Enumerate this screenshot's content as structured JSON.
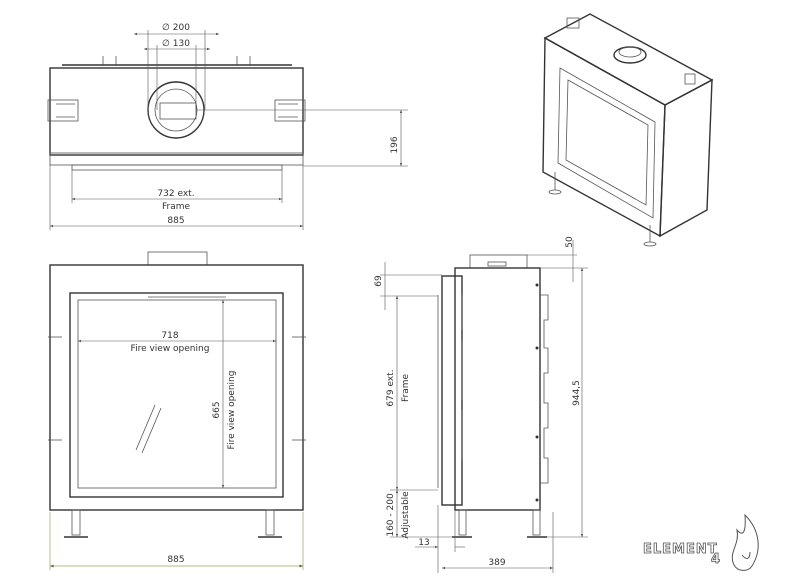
{
  "top_view": {
    "dia_outer": "∅ 200",
    "dia_inner": "∅ 130",
    "height_dim": "196",
    "frame_width": "732 ext.",
    "frame_label": "Frame",
    "total_width": "885"
  },
  "front_view": {
    "opening_width": "718",
    "opening_width_label": "Fire view opening",
    "opening_height": "665",
    "opening_height_label": "Fire view opening",
    "total_width": "885"
  },
  "side_view": {
    "flue_height": "50",
    "top_offset": "69",
    "frame_height": "679 ext.",
    "frame_label": "Frame",
    "total_height": "944,5",
    "leg_height": "160 - 200",
    "leg_label": "Adjustable",
    "frame_depth_offset": "13",
    "depth": "389"
  },
  "logo": {
    "text": "ELEMENT",
    "number": "4"
  },
  "colors": {
    "line": "#333333",
    "dimension": "#555555",
    "highlight_dim": "#9aa05a"
  }
}
